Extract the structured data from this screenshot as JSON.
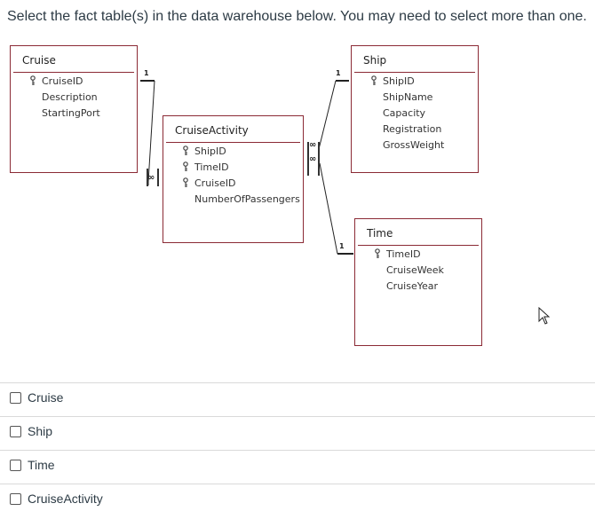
{
  "question": "Select the fact table(s) in the data warehouse below. You may need to select more than one.",
  "diagram": {
    "tables": {
      "cruise": {
        "title": "Cruise",
        "fields": [
          "CruiseID",
          "Description",
          "StartingPort"
        ]
      },
      "cruise_activity": {
        "title": "CruiseActivity",
        "fields": [
          "ShipID",
          "TimeID",
          "CruiseID",
          "NumberOfPassengers"
        ]
      },
      "ship": {
        "title": "Ship",
        "fields": [
          "ShipID",
          "ShipName",
          "Capacity",
          "Registration",
          "GrossWeight"
        ]
      },
      "time": {
        "title": "Time",
        "fields": [
          "TimeID",
          "CruiseWeek",
          "CruiseYear"
        ]
      }
    },
    "relationships": {
      "one": "1",
      "many": "∞"
    }
  },
  "options": [
    "Cruise",
    "Ship",
    "Time",
    "CruiseActivity"
  ],
  "icons": {
    "key": "key-icon",
    "cursor": "mouse-cursor-icon"
  },
  "colors": {
    "table_border": "#8b2a35",
    "text": "#2d3b45"
  }
}
